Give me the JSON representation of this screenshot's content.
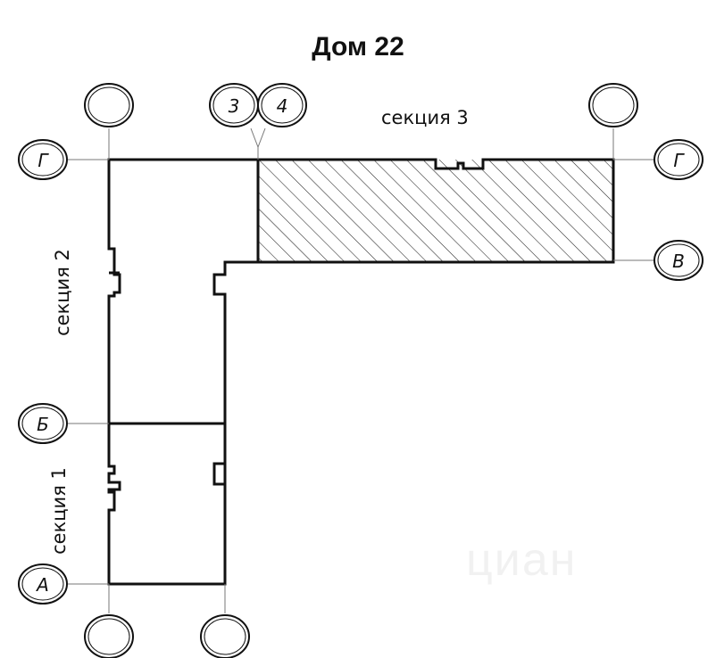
{
  "title": "Дом 22",
  "sections": {
    "s1": "секция 1",
    "s2": "секция 2",
    "s3": "секция 3"
  },
  "axes": {
    "g_left": "Г",
    "g_right": "Г",
    "v_right": "В",
    "b_left": "Б",
    "a_left": "А",
    "top_3": "3",
    "top_4": "4",
    "top_1": "",
    "top_5": "",
    "bottom_1": "",
    "bottom_2": ""
  },
  "watermark": "циан",
  "colors": {
    "line": "#111111",
    "hatch": "#222222"
  }
}
